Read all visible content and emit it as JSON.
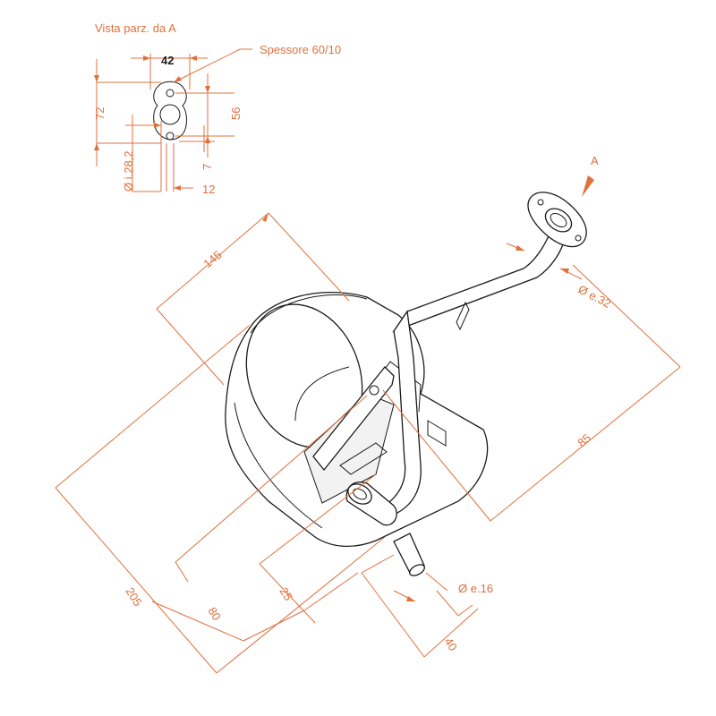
{
  "colors": {
    "dimension": "#e0703c",
    "outline": "#1a1a1a",
    "background": "#ffffff"
  },
  "partial_view": {
    "title": "Vista parz. da A",
    "thickness_label": "Spessore 60/10",
    "width": "42",
    "height_total": "72",
    "hole_spacing": "56",
    "inner_diameter": "Ø i.28,2",
    "offset": "7",
    "flange_width": "12"
  },
  "view_arrow": {
    "label": "A"
  },
  "main_view": {
    "dim_145": "145",
    "dim_205": "205",
    "dim_80": "80",
    "dim_25": "25",
    "dim_40": "40",
    "dim_85": "85",
    "inlet_diameter": "Ø e.32",
    "outlet_diameter": "Ø e.16"
  }
}
